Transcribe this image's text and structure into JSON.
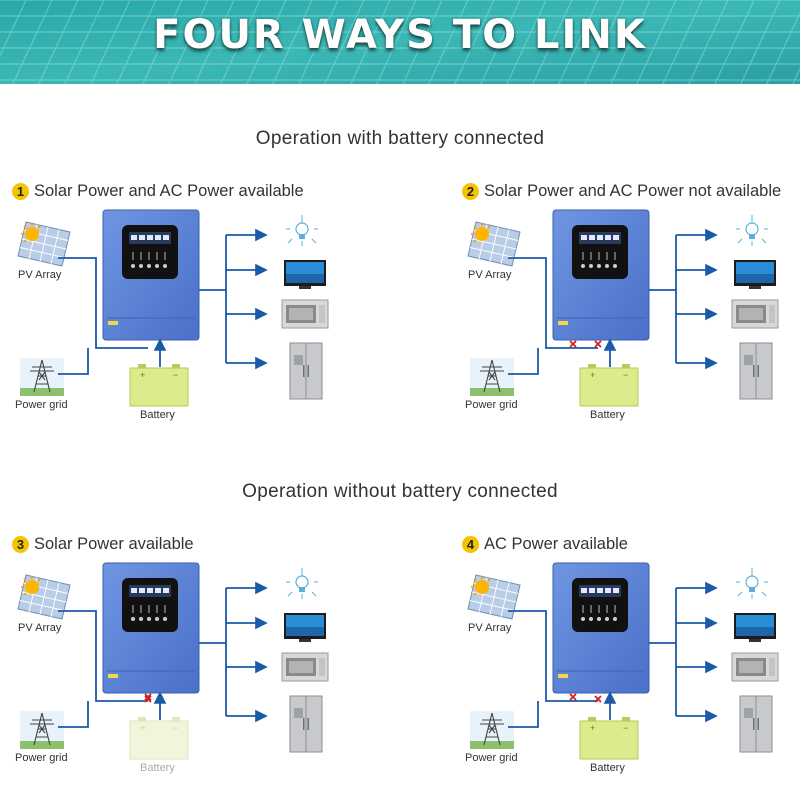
{
  "banner": {
    "title": "FOUR WAYS TO LINK"
  },
  "sections": [
    {
      "title": "Operation with battery connected"
    },
    {
      "title": "Operation without  battery connected"
    }
  ],
  "labels": {
    "pv": "PV Array",
    "grid": "Power grid",
    "battery": "Battery"
  },
  "scenarios": [
    {
      "number": "1",
      "title": "Solar Power and AC Power available",
      "battery_present": true,
      "pv_cut": false,
      "grid_cut": false,
      "battery_cut": false
    },
    {
      "number": "2",
      "title": "Solar Power and AC Power not available",
      "battery_present": true,
      "pv_cut": true,
      "grid_cut": true,
      "battery_cut": false
    },
    {
      "number": "3",
      "title": "Solar Power available",
      "battery_present": false,
      "pv_cut": false,
      "grid_cut": true,
      "battery_cut": true
    },
    {
      "number": "4",
      "title": "AC Power available",
      "battery_present": true,
      "pv_cut": true,
      "grid_cut": false,
      "battery_cut": true
    }
  ],
  "colors": {
    "inverter": "#5b82d6",
    "wire": "#1a5aa8",
    "cut_mark": "#d42020",
    "battery": "#dceb8c",
    "badge": "#f5c400"
  },
  "icons": [
    "solar-panel-icon",
    "power-grid-tower-icon",
    "battery-icon",
    "light-bulb-icon",
    "television-icon",
    "microwave-icon",
    "refrigerator-icon",
    "inverter-icon"
  ]
}
